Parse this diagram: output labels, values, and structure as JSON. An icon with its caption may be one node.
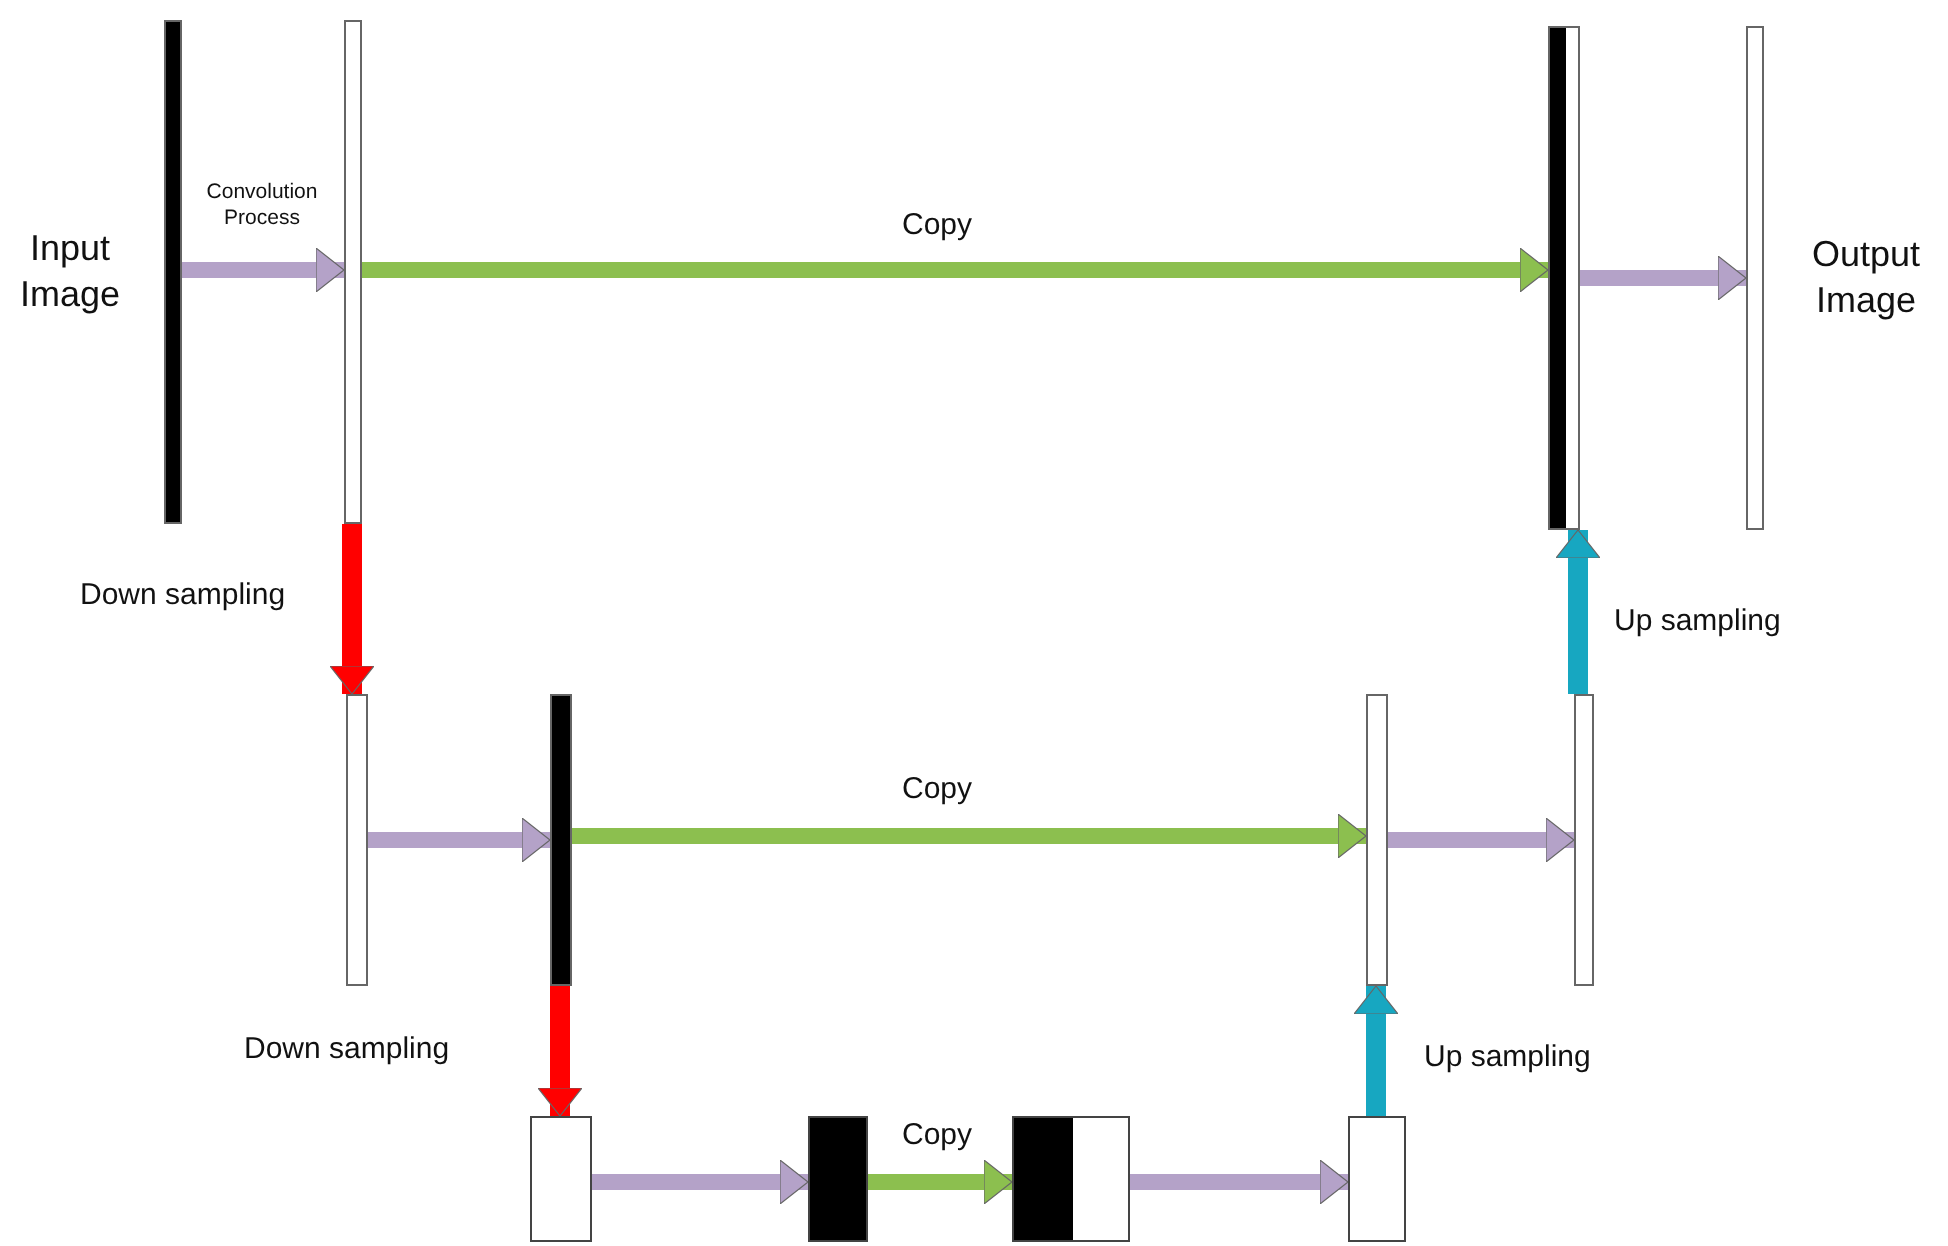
{
  "diagram": {
    "nodes": [
      {
        "text": [],
        "shape": "bar",
        "beside": [
          "Input Image"
        ]
      },
      {
        "text": [],
        "shape": "bar"
      },
      {
        "text": [],
        "shape": "bar"
      },
      {
        "text": [],
        "shape": "bar",
        "beside": [
          "Output Image"
        ]
      },
      {
        "text": [],
        "shape": "bar"
      },
      {
        "text": [],
        "shape": "bar"
      },
      {
        "text": [],
        "shape": "bar"
      },
      {
        "text": [],
        "shape": "bar"
      },
      {
        "text": [],
        "shape": "box"
      },
      {
        "text": [],
        "shape": "box"
      },
      {
        "text": [],
        "shape": "box"
      },
      {
        "text": [],
        "shape": "box"
      }
    ],
    "edges": [
      {
        "from": 0,
        "to": 1,
        "arrow": "to",
        "label": "Convolution Process"
      },
      {
        "from": 1,
        "to": 2,
        "arrow": "to",
        "label": "Copy",
        "color": "#8cbf4f"
      },
      {
        "from": 2,
        "to": 3,
        "arrow": "to"
      },
      {
        "from": 1,
        "to": 4,
        "arrow": "to",
        "label": "Down sampling",
        "color": "#ff0000"
      },
      {
        "from": 4,
        "to": 5,
        "arrow": "to"
      },
      {
        "from": 5,
        "to": 6,
        "arrow": "to",
        "label": "Copy",
        "color": "#8cbf4f"
      },
      {
        "from": 6,
        "to": 7,
        "arrow": "to"
      },
      {
        "from": 7,
        "to": 2,
        "arrow": "to",
        "label": "Up sampling",
        "color": "#17a7c1"
      },
      {
        "from": 5,
        "to": 8,
        "arrow": "to",
        "label": "Down sampling",
        "color": "#ff0000"
      },
      {
        "from": 8,
        "to": 9,
        "arrow": "to"
      },
      {
        "from": 9,
        "to": 10,
        "arrow": "to",
        "label": "Copy",
        "color": "#8cbf4f"
      },
      {
        "from": 10,
        "to": 11,
        "arrow": "to"
      },
      {
        "from": 11,
        "to": 6,
        "arrow": "to",
        "label": "Up sampling",
        "color": "#17a7c1"
      }
    ]
  }
}
